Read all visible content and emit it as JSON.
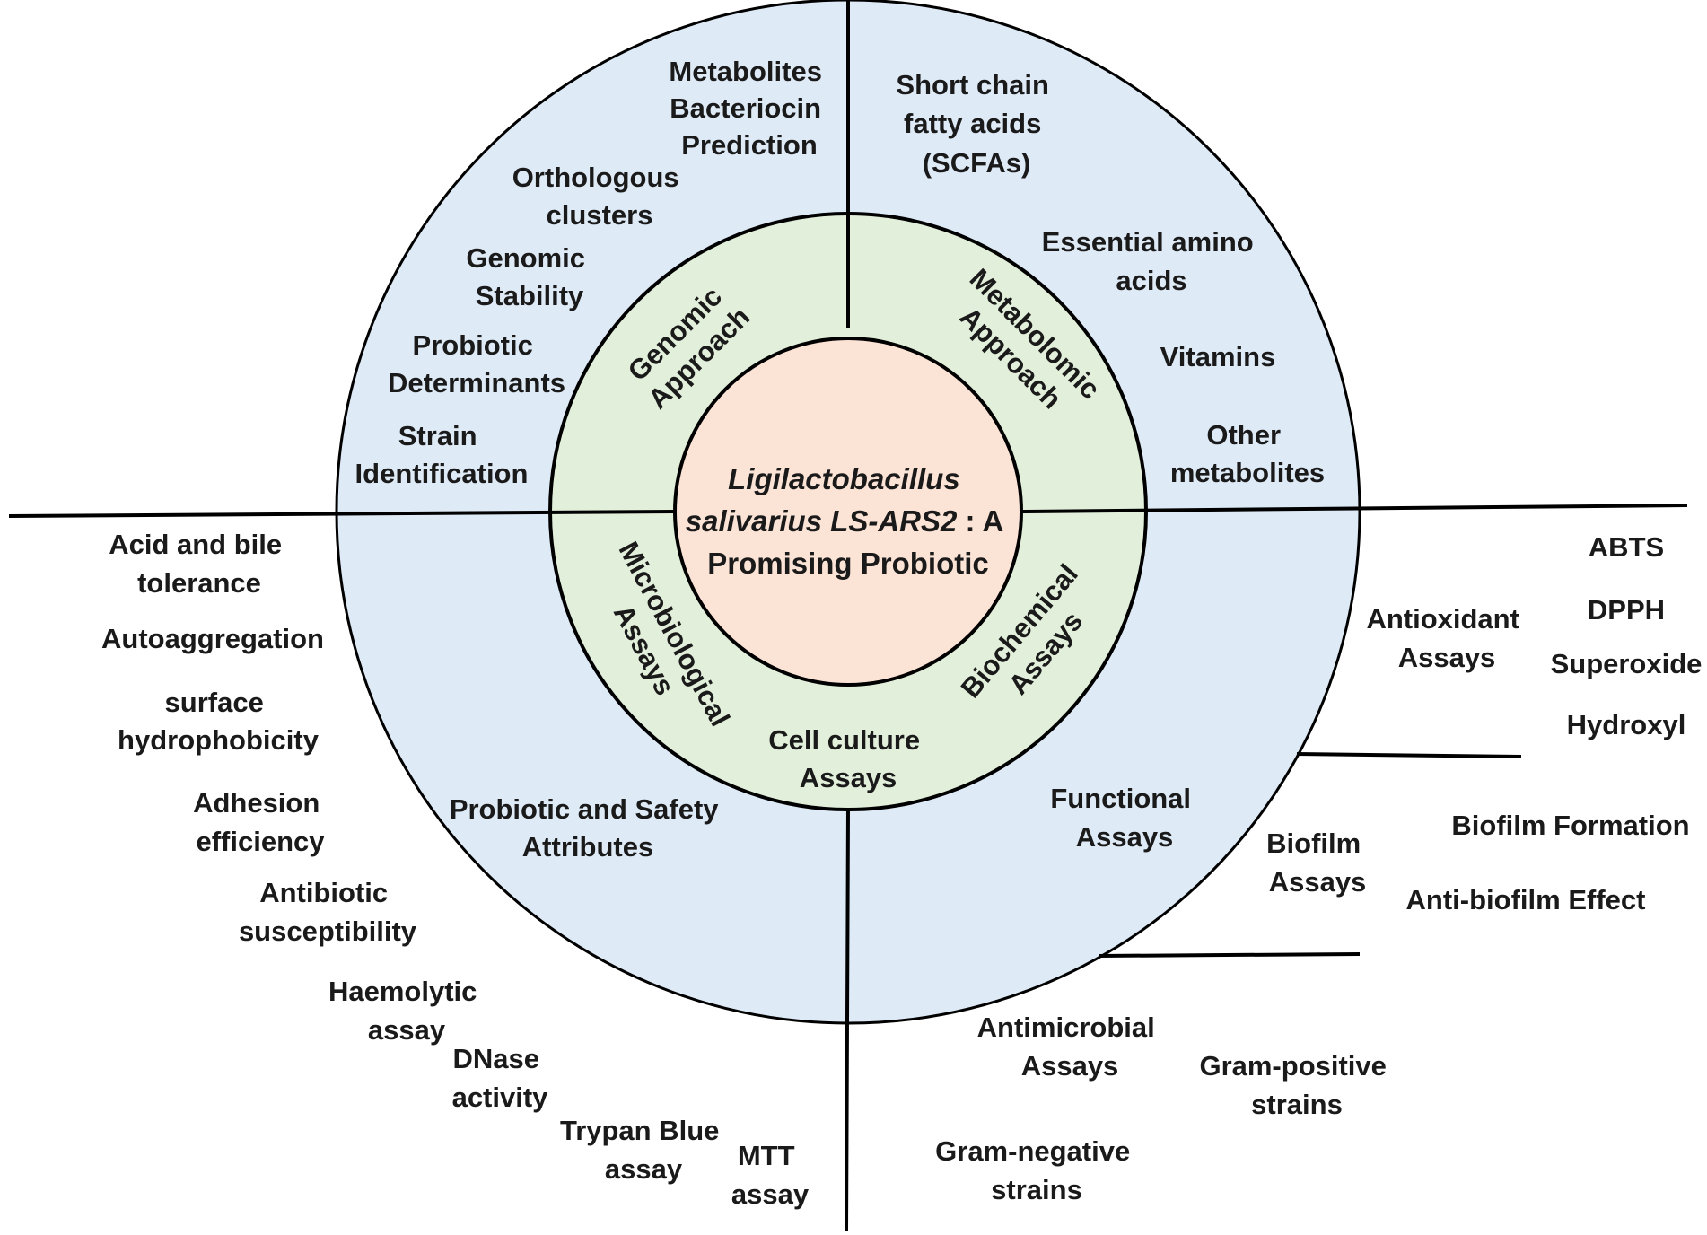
{
  "center": {
    "line1": "Ligilactobacillus",
    "line2_italic": "salivarius LS-ARS2",
    "line2_rest": " : A",
    "line3": "Promising Probiotic"
  },
  "ring": {
    "genomic": [
      "Genomic",
      "Approach"
    ],
    "metabolomic": [
      "Metabolomic",
      "Approach"
    ],
    "microbiological": [
      "Microbiological",
      "Assays"
    ],
    "biochemical": [
      "Biochemical",
      "Assays"
    ],
    "cell_culture": [
      "Cell culture",
      "Assays"
    ]
  },
  "genomic_items": {
    "metabolites": [
      "Metabolites",
      "Bacteriocin",
      "Prediction"
    ],
    "orthologous": [
      "Orthologous",
      "clusters"
    ],
    "stability": [
      "Genomic",
      "Stability"
    ],
    "determinants": [
      "Probiotic",
      "Determinants"
    ],
    "strain": [
      "Strain",
      "Identification"
    ]
  },
  "metabolomic_items": {
    "scfa": [
      "Short chain",
      "fatty acids",
      "(SCFAs)"
    ],
    "amino": [
      "Essential amino",
      "acids"
    ],
    "vitamins": [
      "Vitamins"
    ],
    "other": [
      "Other",
      "metabolites"
    ]
  },
  "probiotic_safety": {
    "title": [
      "Probiotic and Safety",
      "Attributes"
    ],
    "acid": [
      "Acid and bile",
      "tolerance"
    ],
    "autoagg": [
      "Autoaggregation"
    ],
    "hydro": [
      "surface",
      "hydrophobicity"
    ],
    "adhesion": [
      "Adhesion",
      "efficiency"
    ],
    "antibiotic": [
      "Antibiotic",
      "susceptibility"
    ],
    "haemolytic": [
      "Haemolytic",
      "assay"
    ],
    "dnase": [
      "DNase",
      "activity"
    ],
    "trypan": [
      "Trypan Blue",
      "assay"
    ],
    "mtt": [
      "MTT",
      "assay"
    ]
  },
  "functional": {
    "title": [
      "Functional",
      "Assays"
    ],
    "antioxidant": [
      "Antioxidant",
      "Assays"
    ],
    "abts": [
      "ABTS"
    ],
    "dpph": [
      "DPPH"
    ],
    "superoxide": [
      "Superoxide"
    ],
    "hydroxyl": [
      "Hydroxyl"
    ],
    "biofilm": [
      "Biofilm",
      "Assays"
    ],
    "biofilm_formation": [
      "Biofilm Formation"
    ],
    "anti_biofilm": [
      "Anti-biofilm Effect"
    ],
    "antimicrobial": [
      "Antimicrobial",
      "Assays"
    ],
    "gram_pos": [
      "Gram-positive",
      "strains"
    ],
    "gram_neg": [
      "Gram-negative",
      "strains"
    ]
  },
  "colors": {
    "outer_ring": "#deeaf6",
    "middle_ring": "#e2efda",
    "center": "#fbe3d6",
    "stroke": "#000000"
  }
}
